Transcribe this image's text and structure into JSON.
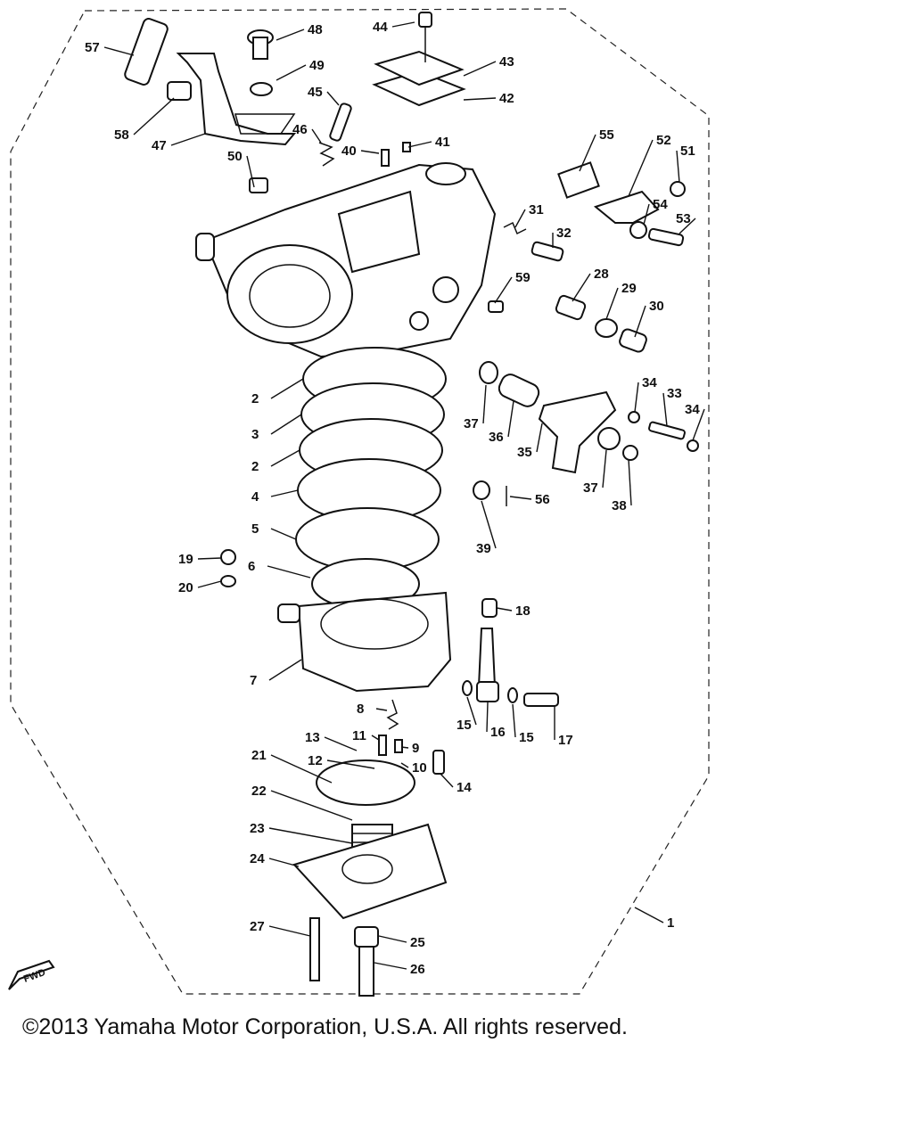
{
  "diagram": {
    "part_numbers": [
      "1",
      "2",
      "3",
      "4",
      "5",
      "6",
      "7",
      "8",
      "9",
      "10",
      "11",
      "12",
      "13",
      "14",
      "15",
      "16",
      "17",
      "18",
      "19",
      "20",
      "21",
      "22",
      "23",
      "24",
      "25",
      "26",
      "27",
      "28",
      "29",
      "30",
      "31",
      "32",
      "33",
      "34",
      "35",
      "36",
      "37",
      "38",
      "39",
      "40",
      "41",
      "42",
      "43",
      "44",
      "45",
      "46",
      "47",
      "48",
      "49",
      "50",
      "51",
      "52",
      "53",
      "54",
      "55",
      "56",
      "57",
      "58",
      "59"
    ],
    "fwd_label": "FWD"
  },
  "footer": {
    "copyright": "©2013 Yamaha Motor Corporation, U.S.A. All rights reserved."
  }
}
